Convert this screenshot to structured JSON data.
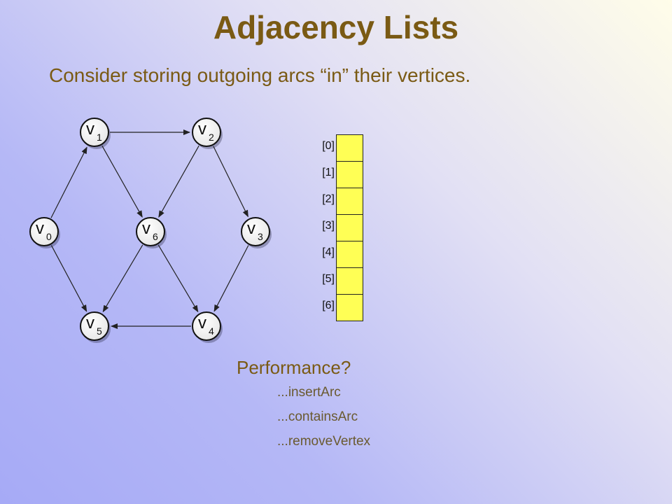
{
  "slide": {
    "title": "Adjacency Lists",
    "subtitle": "Consider storing outgoing arcs “in” their vertices."
  },
  "graph": {
    "vertices": [
      {
        "id": "v0",
        "letter": "v",
        "sub": "0"
      },
      {
        "id": "v1",
        "letter": "v",
        "sub": "1"
      },
      {
        "id": "v2",
        "letter": "v",
        "sub": "2"
      },
      {
        "id": "v3",
        "letter": "v",
        "sub": "3"
      },
      {
        "id": "v4",
        "letter": "v",
        "sub": "4"
      },
      {
        "id": "v5",
        "letter": "v",
        "sub": "5"
      },
      {
        "id": "v6",
        "letter": "v",
        "sub": "6"
      }
    ],
    "arcs": [
      {
        "from": "v0",
        "to": "v1"
      },
      {
        "from": "v0",
        "to": "v5"
      },
      {
        "from": "v1",
        "to": "v2"
      },
      {
        "from": "v1",
        "to": "v6"
      },
      {
        "from": "v2",
        "to": "v6"
      },
      {
        "from": "v2",
        "to": "v3"
      },
      {
        "from": "v6",
        "to": "v5"
      },
      {
        "from": "v6",
        "to": "v4"
      },
      {
        "from": "v3",
        "to": "v4"
      },
      {
        "from": "v4",
        "to": "v5"
      }
    ]
  },
  "array": {
    "labels": [
      "[0]",
      "[1]",
      "[2]",
      "[3]",
      "[4]",
      "[5]",
      "[6]"
    ]
  },
  "performance": {
    "title": "Performance?",
    "items": [
      "...insertArc",
      "...containsArc",
      "...removeVertex"
    ]
  }
}
